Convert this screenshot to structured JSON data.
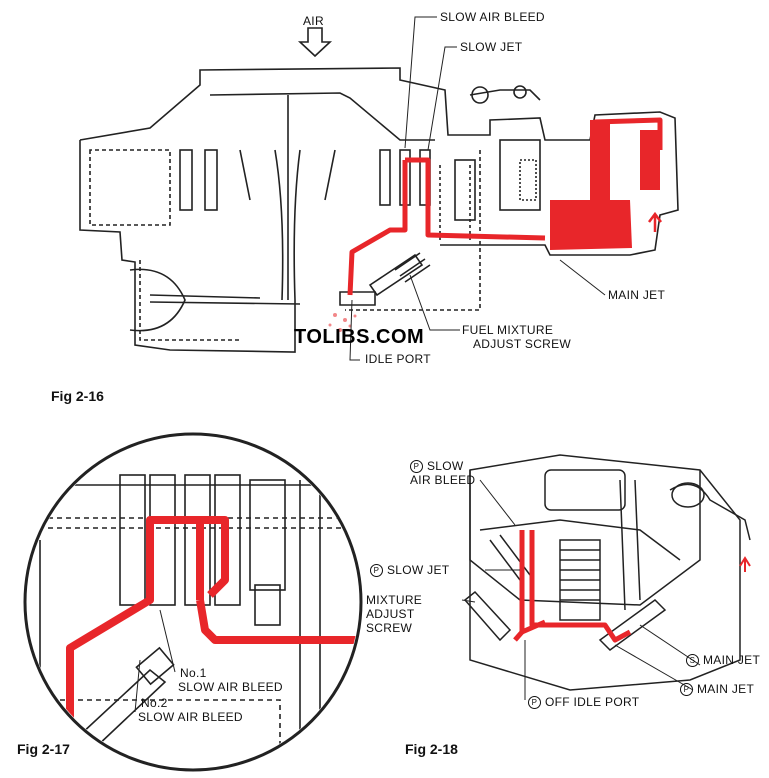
{
  "fig16": {
    "caption": "Fig 2-16",
    "labels": {
      "air": "AIR",
      "slow_air_bleed": "SLOW AIR BLEED",
      "slow_jet": "SLOW JET",
      "main_jet": "MAIN JET",
      "fuel_mixture_1": "FUEL MIXTURE",
      "fuel_mixture_2": "ADJUST SCREW",
      "idle_port": "IDLE PORT"
    }
  },
  "watermark": "TOLIBS.COM",
  "fig17": {
    "caption": "Fig 2-17",
    "labels": {
      "no1": "No.1",
      "no1_sab": "SLOW AIR BLEED",
      "no2": "No.2",
      "no2_sab": "SLOW AIR BLEED"
    }
  },
  "fig18": {
    "caption": "Fig 2-18",
    "labels": {
      "slow": "SLOW",
      "air_bleed": "AIR BLEED",
      "slow_jet": "SLOW JET",
      "mixture_1": "MIXTURE",
      "mixture_2": "ADJUST",
      "mixture_3": "SCREW",
      "off_idle_port": "OFF IDLE PORT",
      "s_main_jet": "MAIN JET",
      "p_main_jet": "MAIN JET"
    },
    "marks": {
      "p": "P",
      "s": "S"
    }
  },
  "colors": {
    "fuel": "#e8262a",
    "line": "#222222",
    "paper": "#ffffff"
  }
}
